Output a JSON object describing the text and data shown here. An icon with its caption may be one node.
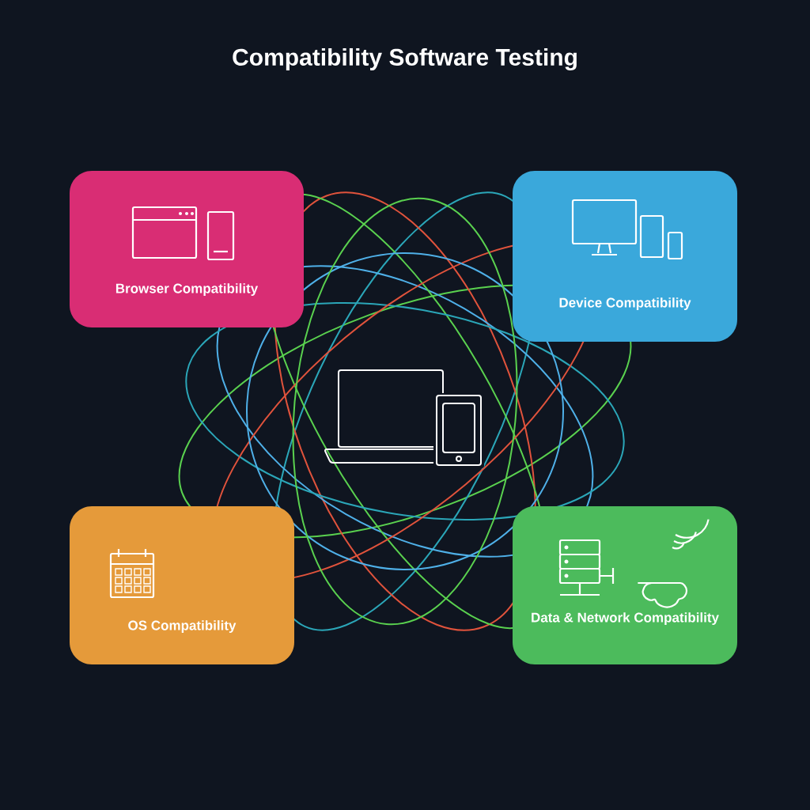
{
  "diagram": {
    "title": "Compatibility Software Testing",
    "nodes": [
      {
        "text": [
          "Browser Compatibility"
        ]
      },
      {
        "text": [
          "Device Compatibility"
        ]
      },
      {
        "text": [
          "OS Compatibility"
        ]
      },
      {
        "text": [
          "Data & Network Compatibility"
        ]
      }
    ]
  }
}
